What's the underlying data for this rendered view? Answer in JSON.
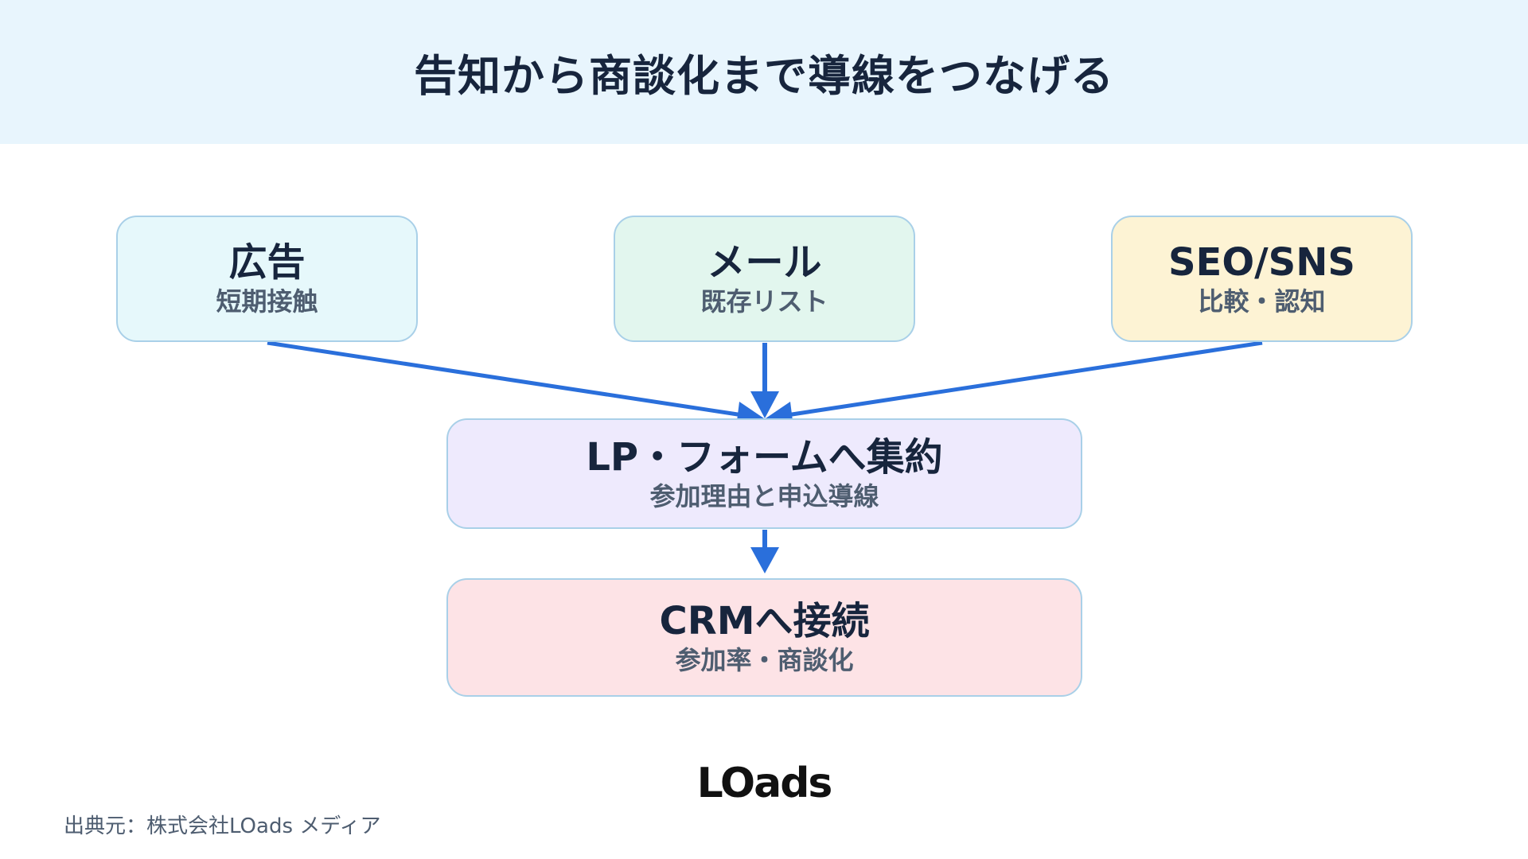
{
  "header": {
    "title": "告知から商談化まで導線をつなげる"
  },
  "nodes": {
    "ad": {
      "title": "広告",
      "sub": "短期接触"
    },
    "mail": {
      "title": "メール",
      "sub": "既存リスト"
    },
    "seo": {
      "title": "SEO/SNS",
      "sub": "比較・認知"
    },
    "lp": {
      "title": "LP・フォームへ集約",
      "sub": "参加理由と申込導線"
    },
    "crm": {
      "title": "CRMへ接続",
      "sub": "参加率・商談化"
    }
  },
  "colors": {
    "header_bg": "#e8f5fd",
    "arrow": "#2a6fdb",
    "box_border": "#a9d0e8",
    "ad_bg": "#e6f8fb",
    "mail_bg": "#e2f6ee",
    "seo_bg": "#fdf3d4",
    "lp_bg": "#eeeafd",
    "crm_bg": "#fde3e6"
  },
  "logo": {
    "text": "LOads"
  },
  "footer": {
    "source": "出典元：株式会社LOads メディア"
  }
}
